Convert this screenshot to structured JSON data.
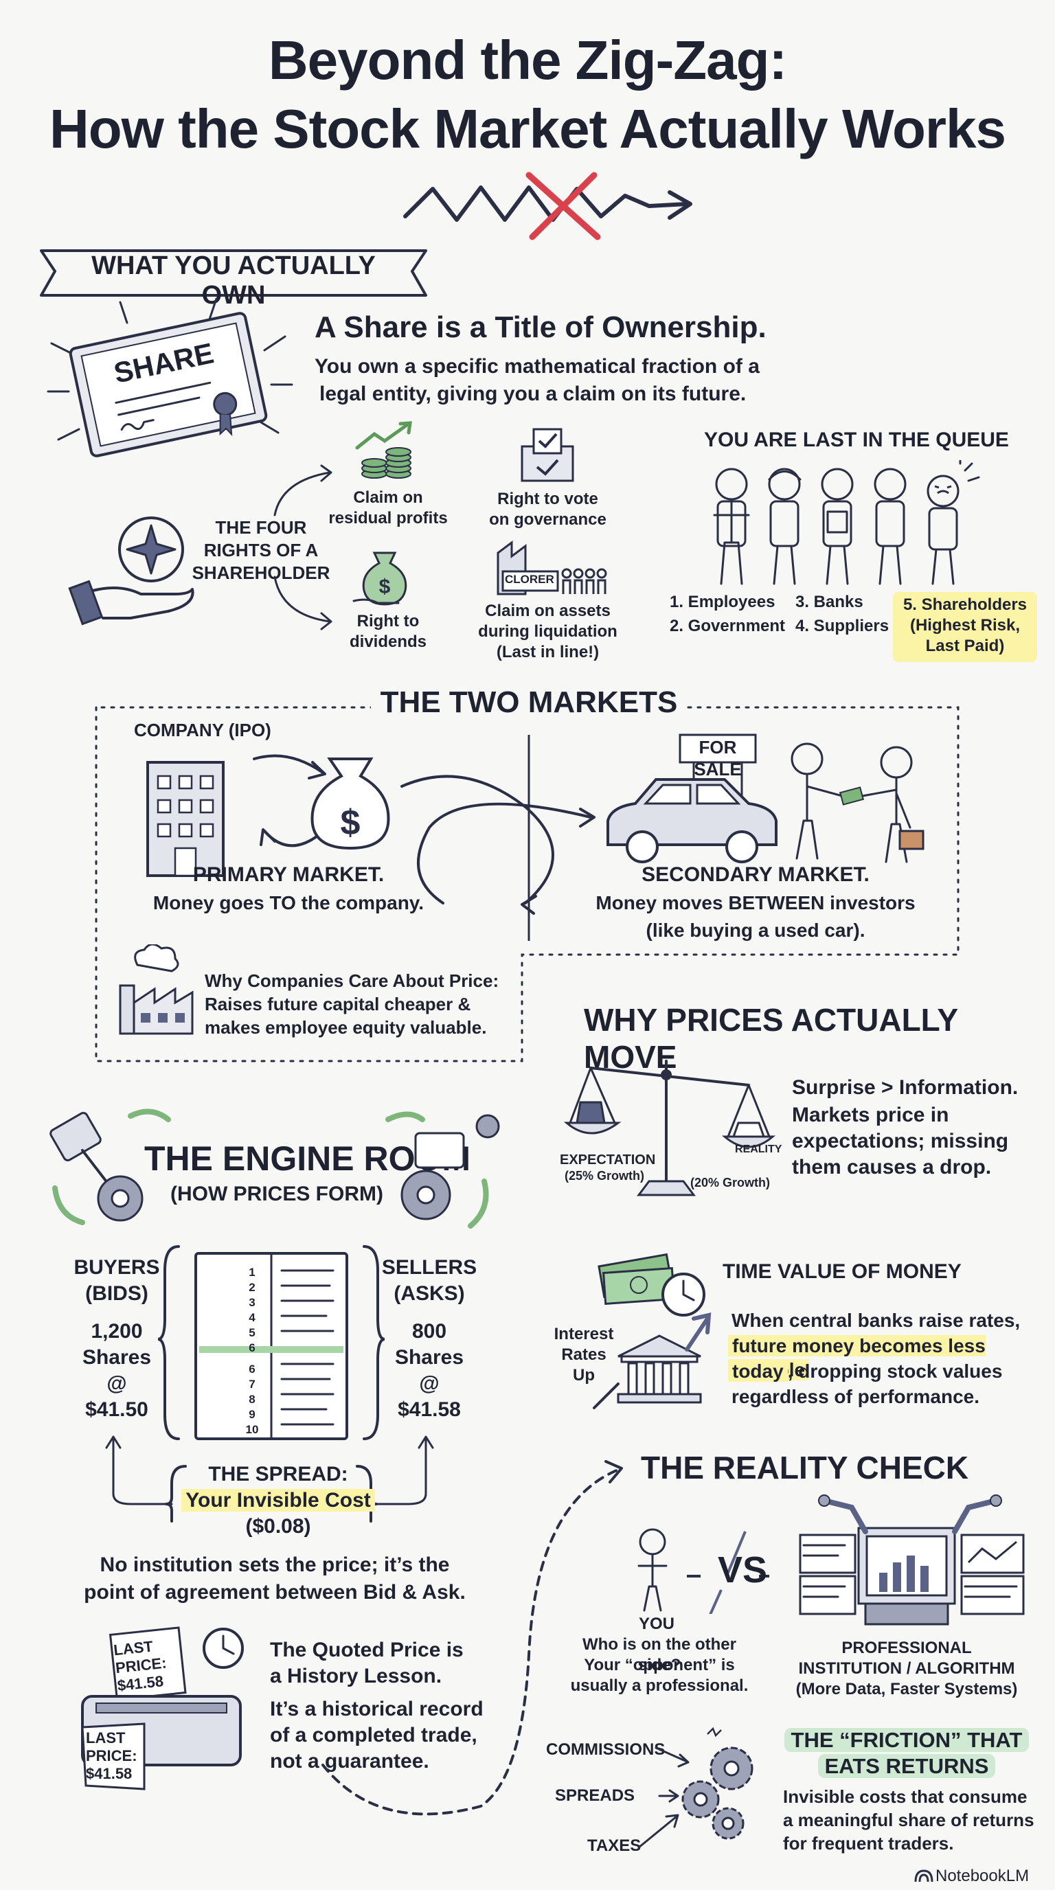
{
  "title": {
    "line1": "Beyond the Zig-Zag:",
    "line2": "How the Stock Market Actually Works"
  },
  "own": {
    "banner": "WHAT YOU ACTUALLY OWN",
    "certificate_text": "SHARE",
    "headline": "A Share is a Title of Ownership.",
    "desc_line1": "You own a specific mathematical fraction of a",
    "desc_line2": "legal entity, giving you a claim on its future.",
    "four_rights": {
      "line1": "THE FOUR",
      "line2": "RIGHTS OF A",
      "line3": "SHAREHOLDER"
    },
    "rights": [
      {
        "line1": "Claim on",
        "line2": "residual profits"
      },
      {
        "line1": "Right to",
        "line2": "dividends"
      },
      {
        "line1": "Right to vote",
        "line2": "on governance"
      },
      {
        "line1": "Claim on assets",
        "line2": "during liquidation",
        "line3": "(Last in line!)"
      }
    ],
    "factory_sign": "CLORER",
    "queue": {
      "title": "YOU ARE LAST IN THE QUEUE",
      "items": [
        "1. Employees",
        "2. Government",
        "3. Banks",
        "4. Suppliers"
      ],
      "last_line1": "5. Shareholders",
      "last_line2": "(Highest Risk,",
      "last_line3": "Last Paid)"
    }
  },
  "markets": {
    "title": "THE TWO MARKETS",
    "company_label": "COMPANY (IPO)",
    "primary_title": "PRIMARY MARKET.",
    "primary_desc": "Money goes TO the company.",
    "for_sale": "FOR SALE",
    "secondary_title": "SECONDARY MARKET.",
    "secondary_desc1": "Money moves BETWEEN investors",
    "secondary_desc2": "(like buying a used car).",
    "why_line1": "Why Companies Care About Price:",
    "why_line2": "Raises future capital cheaper &",
    "why_line3": "makes employee equity valuable."
  },
  "engine": {
    "title": "THE ENGINE ROOM",
    "subtitle": "(HOW PRICES FORM)",
    "buyers": {
      "line1": "BUYERS",
      "line2": "(BIDS)",
      "qty": "1,200",
      "unit": "Shares",
      "at": "@",
      "price": "$41.50"
    },
    "sellers": {
      "line1": "SELLERS",
      "line2": "(ASKS)",
      "qty": "800",
      "unit": "Shares",
      "at": "@",
      "price": "$41.58"
    },
    "book_rows": [
      "1",
      "2",
      "3",
      "4",
      "5",
      "6",
      "6",
      "7",
      "8",
      "9",
      "10"
    ],
    "spread_title": "THE SPREAD:",
    "spread_cost": "Your Invisible Cost",
    "spread_value": "($0.08)",
    "no_inst_line1": "No institution sets the price; it’s the",
    "no_inst_line2": "point of agreement between Bid & Ask.",
    "receipt_top": "LAST PRICE: $41.58",
    "receipt_bottom": "LAST PRICE: $41.58",
    "quoted_line1": "The Quoted Price is",
    "quoted_line2": "a History Lesson.",
    "quoted_line3": "It’s a historical record",
    "quoted_line4": "of a completed trade,",
    "quoted_line5": "not a guarantee."
  },
  "prices": {
    "title": "WHY PRICES ACTUALLY MOVE",
    "expectation": "EXPECTATION",
    "expectation_growth": "(25% Growth)",
    "reality": "REALITY",
    "reality_growth": "(20% Growth)",
    "surprise_title": "Surprise > Information.",
    "surprise_line1": "Markets price in",
    "surprise_line2": "expectations; missing",
    "surprise_line3": "them causes a drop.",
    "tvm_title": "TIME VALUE OF MONEY",
    "interest": {
      "line1": "Interest",
      "line2": "Rates",
      "line3": "Up"
    },
    "tvm_line1": "When central banks raise rates,",
    "tvm_hl1": "future money becomes less valuable",
    "tvm_hl2": "today",
    "tvm_line3": ", dropping stock values",
    "tvm_line4": "regardless of performance."
  },
  "reality": {
    "title": "THE REALITY CHECK",
    "you": "YOU",
    "vs": "VS",
    "you_line1": "Who is on the other side?",
    "you_line2": "Your “opponent” is",
    "you_line3": "usually a professional.",
    "pro_line1": "PROFESSIONAL",
    "pro_line2": "INSTITUTION / ALGORITHM",
    "pro_line3": "(More Data, Faster Systems)",
    "costs": [
      "COMMISSIONS",
      "SPREADS",
      "TAXES"
    ],
    "friction_line1": "THE “FRICTION” THAT",
    "friction_line2": "EATS RETURNS",
    "friction_desc1": "Invisible costs that consume",
    "friction_desc2": "a meaningful share of returns",
    "friction_desc3": "for frequent traders."
  },
  "brand": "NotebookLM",
  "colors": {
    "ink": "#1f2230",
    "highlight_yellow": "#fbf3a6",
    "highlight_green": "#cfe9d3",
    "cross_red": "#d9414c",
    "money_green": "#5c9a5a"
  }
}
